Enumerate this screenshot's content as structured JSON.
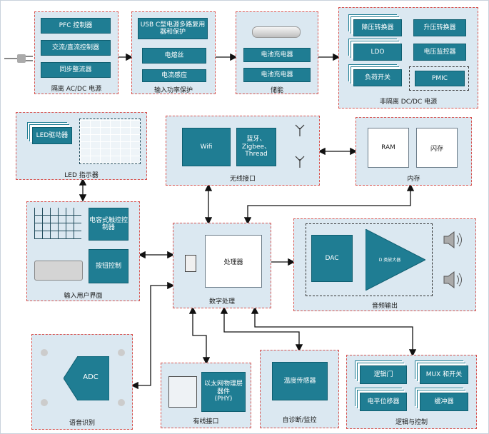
{
  "groups": {
    "isolated_acdc": {
      "label": "隔离 AC/DC 电源",
      "items": [
        "PFC 控制器",
        "交流/直流控制器",
        "同步整流器"
      ]
    },
    "input_power": {
      "label": "输入功率保护",
      "items": [
        "USB C型电源多路复用器和保护",
        "电熔丝",
        "电流感应"
      ]
    },
    "storage": {
      "label": "储能",
      "items": [
        "电池充电器",
        "电池充电器"
      ]
    },
    "non_isolated_dcdc": {
      "label": "非隔离 DC/DC 电源",
      "items": [
        "降压转换器",
        "升压转换器",
        "LDO",
        "电压监控器",
        "负荷开关",
        "PMIC"
      ]
    },
    "led": {
      "label": "LED 指示器",
      "driver": "LED驱动器"
    },
    "wireless": {
      "label": "无线接口",
      "wifi": "Wifi",
      "zigbee": "蓝牙、\nZigbee、\nThread"
    },
    "memory": {
      "label": "内存",
      "ram": "RAM",
      "flash": "闪存"
    },
    "input_ui": {
      "label": "输入用户界面",
      "touch": "电容式触控控制器",
      "button": "按钮控制"
    },
    "digital": {
      "label": "数字处理",
      "processor": "处理器"
    },
    "audio": {
      "label": "音频输出",
      "dac": "DAC",
      "amp": "D 类放大器"
    },
    "voice": {
      "label": "语音识别",
      "adc": "ADC"
    },
    "wired": {
      "label": "有线接口",
      "phy": "以太网物理层器件\n(PHY)"
    },
    "diag": {
      "label": "自诊断/监控",
      "temp": "温度传感器"
    },
    "logic": {
      "label": "逻辑与控制",
      "items": [
        "逻辑门",
        "MUX 和开关",
        "电平位移器",
        "缓冲器"
      ]
    }
  },
  "colors": {
    "block": "#1f7d93",
    "group_bg": "#dbe8f1",
    "group_border": "#d9534f"
  }
}
